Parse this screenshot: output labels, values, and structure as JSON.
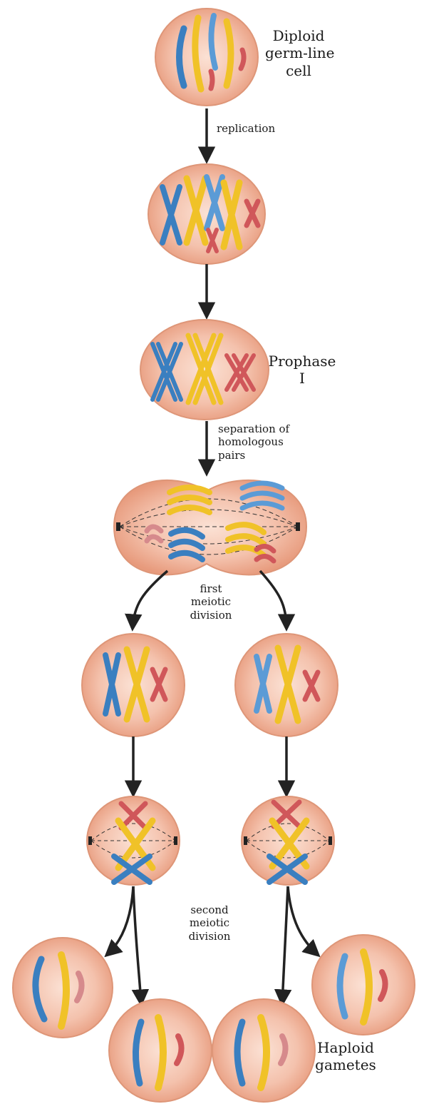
{
  "labels": {
    "diploid": [
      "Diploid",
      "germ-line",
      "cell"
    ],
    "replication": "replication",
    "prophase": [
      "Prophase",
      "I"
    ],
    "separation": [
      "separation of",
      "homologous",
      "pairs"
    ],
    "first_division": [
      "first",
      "meiotic",
      "division"
    ],
    "second_division": [
      "second",
      "meiotic",
      "division"
    ],
    "haploid": [
      "Haploid",
      "gametes"
    ]
  },
  "colors": {
    "cell_fill": "#f3b9a3",
    "cell_edge": "#de9678",
    "chromosome_blue": "#3a7fc0",
    "chromosome_yellow": "#f0c228",
    "chromosome_red": "#d0575a",
    "arrow": "#222222"
  }
}
